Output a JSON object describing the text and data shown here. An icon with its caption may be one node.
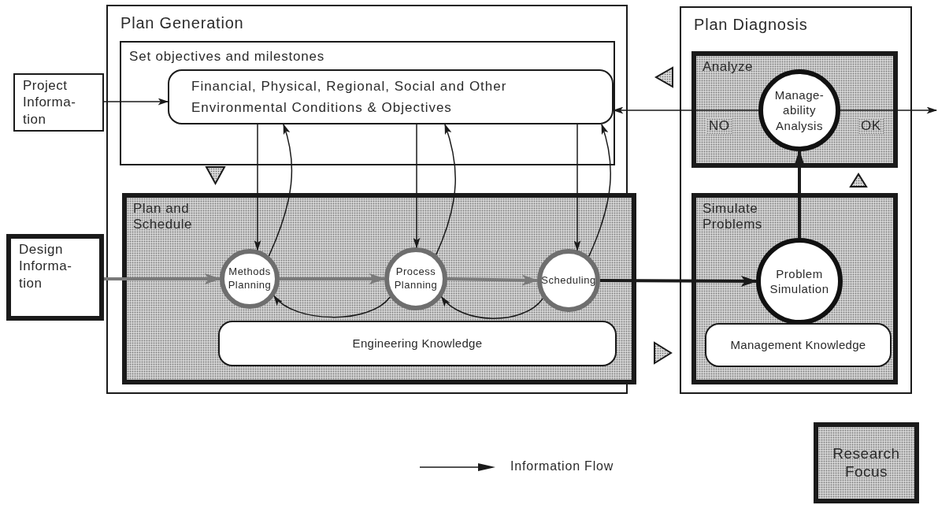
{
  "diagram": {
    "nodes": [
      {
        "text": [
          "Project Informa- tion"
        ]
      },
      {
        "text": [
          "Design Informa- tion"
        ]
      },
      {
        "text": [
          "Plan Generation"
        ]
      },
      {
        "text": [
          "Set objectives and milestones"
        ],
        "in": 2
      },
      {
        "text": [
          "Financial, Physical, Regional, Social and Other Environmental Conditions & Objectives"
        ],
        "in": 3
      },
      {
        "text": [
          "Plan and Schedule"
        ],
        "in": 2
      },
      {
        "text": [
          "Methods Planning"
        ],
        "in": 5
      },
      {
        "text": [
          "Process Planning"
        ],
        "in": 5
      },
      {
        "text": [
          "Scheduling"
        ],
        "in": 5
      },
      {
        "text": [
          "Engineering Knowledge"
        ],
        "in": 5
      },
      {
        "text": [
          "Plan Diagnosis"
        ]
      },
      {
        "text": [
          "Analyze"
        ],
        "in": 10
      },
      {
        "text": [
          "Manage- ability Analysis"
        ],
        "in": 11
      },
      {
        "text": [
          "Simulate Problems"
        ],
        "in": 10
      },
      {
        "text": [
          "Problem Simulation"
        ],
        "in": 13
      },
      {
        "text": [
          "Management Knowledge"
        ],
        "in": 13
      }
    ],
    "edges": [
      {
        "from": 0,
        "to": 4,
        "arrow": "to"
      },
      {
        "from": 1,
        "to": 6,
        "arrow": "to",
        "style": "thick",
        "color": "#7a7a7a"
      },
      {
        "from": 6,
        "to": 7,
        "arrow": "to",
        "style": "thick",
        "color": "#7a7a7a"
      },
      {
        "from": 7,
        "to": 8,
        "arrow": "to",
        "style": "thick",
        "color": "#7a7a7a"
      },
      {
        "from": 8,
        "to": 14,
        "arrow": "to",
        "style": "thick"
      },
      {
        "from": 14,
        "to": 12,
        "arrow": "to",
        "style": "thick"
      },
      {
        "from": 12,
        "to": 4,
        "arrow": "to",
        "label": "NO"
      },
      {
        "from": 12,
        "to": null,
        "arrow": "to",
        "label": "OK"
      },
      {
        "from": 4,
        "to": 6,
        "arrow": "to"
      },
      {
        "from": 4,
        "to": 7,
        "arrow": "to"
      },
      {
        "from": 4,
        "to": 8,
        "arrow": "to"
      },
      {
        "from": 6,
        "to": 4,
        "arrow": "to"
      },
      {
        "from": 7,
        "to": 4,
        "arrow": "to"
      },
      {
        "from": 8,
        "to": 4,
        "arrow": "to"
      },
      {
        "from": 7,
        "to": 6,
        "arrow": "to"
      },
      {
        "from": 8,
        "to": 7,
        "arrow": "to"
      }
    ],
    "legend": [
      {
        "text": "Information Flow"
      },
      {
        "text": "Research Focus"
      }
    ]
  }
}
